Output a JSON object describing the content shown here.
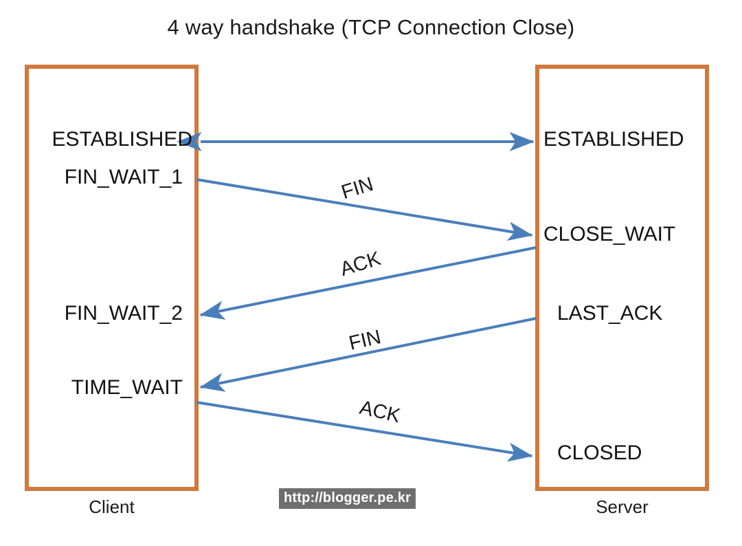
{
  "title": "4 way handshake (TCP Connection Close)",
  "colors": {
    "box_border": "#D2783C",
    "arrow": "#4A7EBB",
    "text": "#111111",
    "background": "#FFFFFF",
    "watermark_background": "#6E6E6E",
    "watermark_text": "#FFFFFF"
  },
  "participants": {
    "client": {
      "caption": "Client",
      "states": [
        {
          "id": "established",
          "label": "ESTABLISHED"
        },
        {
          "id": "fin_wait_1",
          "label": "FIN_WAIT_1"
        },
        {
          "id": "fin_wait_2",
          "label": "FIN_WAIT_2"
        },
        {
          "id": "time_wait",
          "label": "TIME_WAIT"
        }
      ]
    },
    "server": {
      "caption": "Server",
      "states": [
        {
          "id": "established",
          "label": "ESTABLISHED"
        },
        {
          "id": "close_wait",
          "label": "CLOSE_WAIT"
        },
        {
          "id": "last_ack",
          "label": "LAST_ACK"
        },
        {
          "id": "closed",
          "label": "CLOSED"
        }
      ]
    }
  },
  "messages": [
    {
      "id": "connection",
      "label": "",
      "direction": "bidirectional",
      "from": "client",
      "to": "server"
    },
    {
      "id": "fin-1",
      "label": "FIN",
      "direction": "client-to-server",
      "from": "FIN_WAIT_1",
      "to": "CLOSE_WAIT"
    },
    {
      "id": "ack-1",
      "label": "ACK",
      "direction": "server-to-client",
      "from": "CLOSE_WAIT",
      "to": "FIN_WAIT_2"
    },
    {
      "id": "fin-2",
      "label": "FIN",
      "direction": "server-to-client",
      "from": "LAST_ACK",
      "to": "TIME_WAIT"
    },
    {
      "id": "ack-2",
      "label": "ACK",
      "direction": "client-to-server",
      "from": "TIME_WAIT",
      "to": "CLOSED"
    }
  ],
  "watermark": "http://blogger.pe.kr"
}
